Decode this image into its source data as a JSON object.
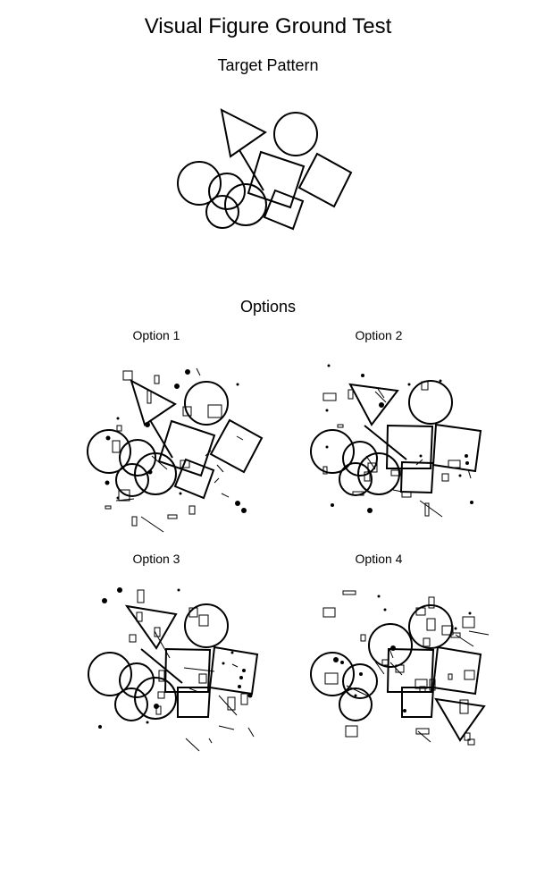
{
  "title": "Visual Figure Ground Test",
  "target_label": "Target Pattern",
  "options_heading": "Options",
  "options": [
    {
      "label": "Option 1"
    },
    {
      "label": "Option 2"
    },
    {
      "label": "Option 3"
    },
    {
      "label": "Option 4"
    }
  ],
  "colors": {
    "stroke": "#000000",
    "background": "#ffffff"
  }
}
